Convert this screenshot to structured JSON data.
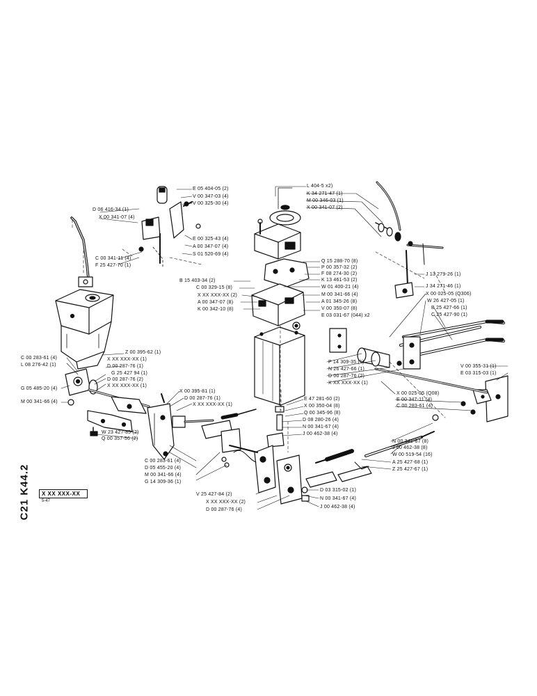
{
  "sheet": {
    "group_code": "C21 K44.2",
    "part_number_box": "X XX XXX-XX",
    "sub_code": "5-47"
  },
  "diagram": {
    "labels": [
      {
        "id": "l1",
        "text": "E 05 404-05 (2)"
      },
      {
        "id": "l2",
        "text": "V 00 347-03 (4)"
      },
      {
        "id": "l3",
        "text": "V 00 325-30 (4)"
      },
      {
        "id": "l4",
        "text": "D 06 416-34 (1)"
      },
      {
        "id": "l5",
        "text": "X 00 341-07 (4)"
      },
      {
        "id": "l6",
        "text": "E 00 325-43 (4)"
      },
      {
        "id": "l7",
        "text": "A 00 347-07 (4)"
      },
      {
        "id": "l8",
        "text": "S 01 520-69 (4)"
      },
      {
        "id": "l9",
        "text": "C 00 341-11 (4)"
      },
      {
        "id": "l10",
        "text": "F 25 427-70 (1)"
      },
      {
        "id": "l11",
        "text": "L 404-5 x2)"
      },
      {
        "id": "l12",
        "text": "K 34 271-47 (1)"
      },
      {
        "id": "l13",
        "text": "M 00 346-03 (1)"
      },
      {
        "id": "l14",
        "text": "X 00 341-07 (2)"
      },
      {
        "id": "l15",
        "text": "Q 15 288-70 (8)"
      },
      {
        "id": "l16",
        "text": "P 00 357-32 (2)"
      },
      {
        "id": "l17",
        "text": "F 08 274-30 (2)"
      },
      {
        "id": "l18",
        "text": "K 13 461-53 (2)"
      },
      {
        "id": "l19",
        "text": "W 01 400-21 (4)"
      },
      {
        "id": "l20",
        "text": "M 00 341-66 (4)"
      },
      {
        "id": "l21",
        "text": "A 01 345-26 (8)"
      },
      {
        "id": "l22",
        "text": "V 00 350-07 (8)"
      },
      {
        "id": "l23",
        "text": "E 03 031-67 (044) x2"
      },
      {
        "id": "l24",
        "text": "B 15 403-34 (2)"
      },
      {
        "id": "l25",
        "text": "C 00 329-15 (8)"
      },
      {
        "id": "l26",
        "text": "X XX XXX-XX (2)"
      },
      {
        "id": "l27",
        "text": "A 00 347-07 (8)"
      },
      {
        "id": "l28",
        "text": "K 00 342-10 (8)"
      },
      {
        "id": "l29",
        "text": "J 13 279-26 (1)"
      },
      {
        "id": "l30",
        "text": "J 34 271-46 (1)"
      },
      {
        "id": "l31",
        "text": "X 00 025-05 (Q306)"
      },
      {
        "id": "l32",
        "text": "W 26 427-05 (1)"
      },
      {
        "id": "l33",
        "text": "B 25 427-66 (1)"
      },
      {
        "id": "l34",
        "text": "C 25 427-90 (1)"
      },
      {
        "id": "l35",
        "text": "Z 00 395-62 (1)"
      },
      {
        "id": "l36",
        "text": "C 00 283-61 (4)"
      },
      {
        "id": "l37",
        "text": "L 08 276-42 (1)"
      },
      {
        "id": "l38",
        "text": "X XX XXX-XX (1)"
      },
      {
        "id": "l39",
        "text": "D 00 287-76 (1)"
      },
      {
        "id": "l40",
        "text": "G 25 427 94 (1)"
      },
      {
        "id": "l41",
        "text": "G 05 485-20 (4)"
      },
      {
        "id": "l42",
        "text": "D 00 287-76 (2)"
      },
      {
        "id": "l43",
        "text": "X XX XXX-XX (1)"
      },
      {
        "id": "l44",
        "text": "M 00 341-66 (4)"
      },
      {
        "id": "l45",
        "text": "P 14 309-35 (1)"
      },
      {
        "id": "l46",
        "text": "N 26 427-66 (1)"
      },
      {
        "id": "l47",
        "text": "D 00 287-76 (2)"
      },
      {
        "id": "l48",
        "text": "X XX XXX-XX (1)"
      },
      {
        "id": "l49",
        "text": "V 00 355-31 (1)"
      },
      {
        "id": "l50",
        "text": "E 03 315-03 (1)"
      },
      {
        "id": "l51",
        "text": "E 47 281-60 (2)"
      },
      {
        "id": "l52",
        "text": "X 00 350-04 (8)"
      },
      {
        "id": "l53",
        "text": "X 00 395-81 (1)"
      },
      {
        "id": "l54",
        "text": "D 00 287-76 (1)"
      },
      {
        "id": "l55",
        "text": "X XX XXX-XX (1)"
      },
      {
        "id": "l56",
        "text": "Q 00 345-96 (8)"
      },
      {
        "id": "l57",
        "text": "D 08 280-26 (4)"
      },
      {
        "id": "l58",
        "text": "N 00 341-67 (4)"
      },
      {
        "id": "l59",
        "text": "J 00 462-38 (4)"
      },
      {
        "id": "l60",
        "text": "X 00 025-05 (Q08)"
      },
      {
        "id": "l61",
        "text": "E 00 347-11 (4)"
      },
      {
        "id": "l62",
        "text": "C 00 283-61 (4)"
      },
      {
        "id": "l63",
        "text": "W 23 427-85 (2)"
      },
      {
        "id": "l64",
        "text": "Q 00 357-56 (2)"
      },
      {
        "id": "l65",
        "text": "N 00 341-67 (8)"
      },
      {
        "id": "l66",
        "text": "J 00 462-38 (8)"
      },
      {
        "id": "l67",
        "text": "W 00 519-54 (16)"
      },
      {
        "id": "l68",
        "text": "C 00 283-61 (4)"
      },
      {
        "id": "l69",
        "text": "D 05 455-20 (4)"
      },
      {
        "id": "l70",
        "text": "M 00 341-66 (4)"
      },
      {
        "id": "l71",
        "text": "G 14 309-36 (1)"
      },
      {
        "id": "l72",
        "text": "A 25 427-68 (1)"
      },
      {
        "id": "l73",
        "text": "Z 25 427-67 (1)"
      },
      {
        "id": "l74",
        "text": "V 25 427-84 (2)"
      },
      {
        "id": "l75",
        "text": "X XX XXX-XX (2)"
      },
      {
        "id": "l76",
        "text": "D 00 287-76 (4)"
      },
      {
        "id": "l77",
        "text": "D 03 315-02 (1)"
      },
      {
        "id": "l78",
        "text": "N 00 341-67 (4)"
      },
      {
        "id": "l79",
        "text": "J 00 462-38 (4)"
      }
    ]
  }
}
